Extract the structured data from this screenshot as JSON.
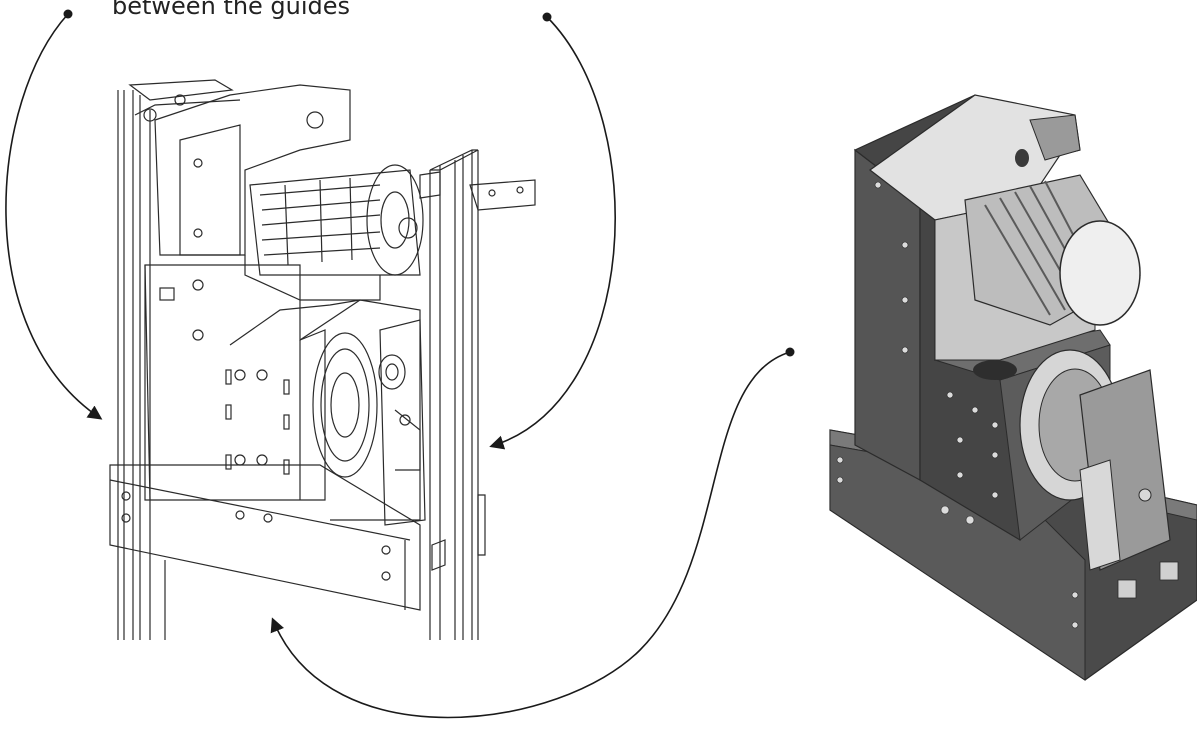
{
  "caption": {
    "text": "between the guides"
  },
  "colors": {
    "line": "#1a1a1a",
    "outline": "#2b2b2b",
    "metal_dark": "#4a4a4a",
    "metal_mid": "#7a7a7a",
    "metal_light": "#bdbdbd",
    "paper": "#ffffff"
  },
  "figures": {
    "left": "line-drawing",
    "right": "rendered-assembly"
  }
}
